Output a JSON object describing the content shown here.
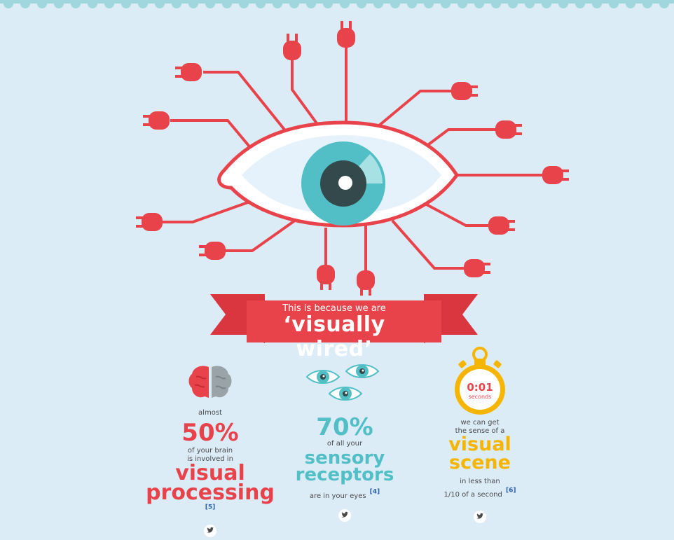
{
  "colors": {
    "background": "#dcecf7",
    "red": "#e8434b",
    "teal": "#52bfc6",
    "yellow": "#f6b500",
    "dark": "#4a4a4a"
  },
  "banner": {
    "line1": "This is because we are",
    "line2": "‘visually wired’"
  },
  "stats": [
    {
      "pre": "almost",
      "value": "50%",
      "desc1": "of your brain",
      "desc2": "is involved in",
      "word1": "visual",
      "word2": "processing",
      "ref": "[5]",
      "icon": "brain-icon"
    },
    {
      "pre": "",
      "value": "70%",
      "desc1": "of all your",
      "word1": "sensory",
      "word2": "receptors",
      "post": "are in your eyes",
      "ref": "[4]",
      "icon": "eyes-icon"
    },
    {
      "timer": "0:01",
      "timer_unit": "seconds",
      "desc1": "we can get",
      "desc2": "the sense of a",
      "word1": "visual",
      "word2": "scene",
      "post1": "in less than",
      "post2": "1/10 of a second",
      "ref": "[6]",
      "icon": "stopwatch-icon"
    }
  ],
  "share_icon": "twitter-icon"
}
